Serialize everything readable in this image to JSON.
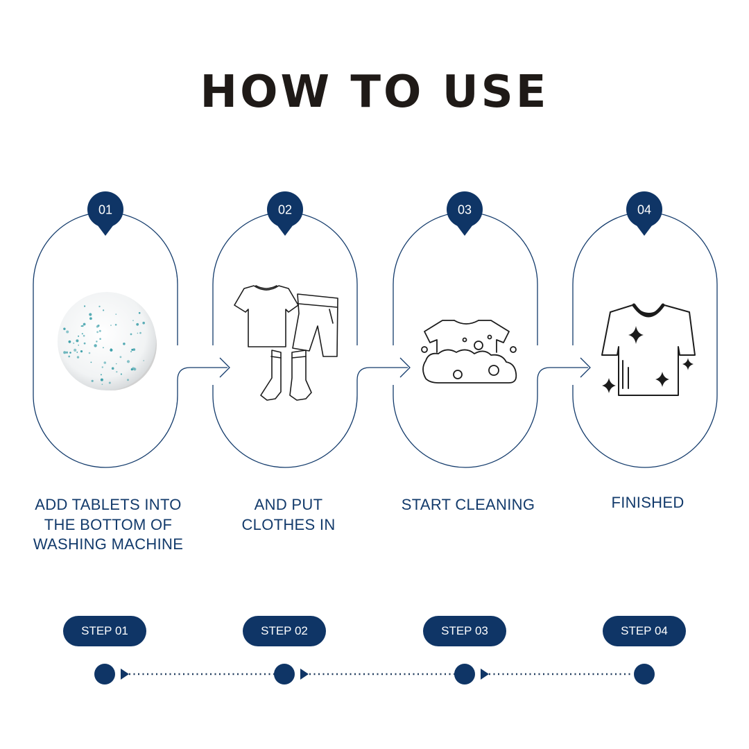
{
  "title": "HOW TO USE",
  "accent_color": "#0f3566",
  "steps": [
    {
      "number": "01",
      "description": "ADD TABLETS INTO THE BOTTOM OF WASHING MACHINE",
      "step_label": "STEP 01",
      "icon": "detergent-tablet-image"
    },
    {
      "number": "02",
      "description": "AND PUT CLOTHES IN",
      "step_label": "STEP 02",
      "icon": "clothes-icon"
    },
    {
      "number": "03",
      "description": "START CLEANING",
      "step_label": "STEP 03",
      "icon": "washing-bubbles-icon"
    },
    {
      "number": "04",
      "description": "FINISHED",
      "step_label": "STEP 04",
      "icon": "clean-tshirt-icon"
    }
  ]
}
